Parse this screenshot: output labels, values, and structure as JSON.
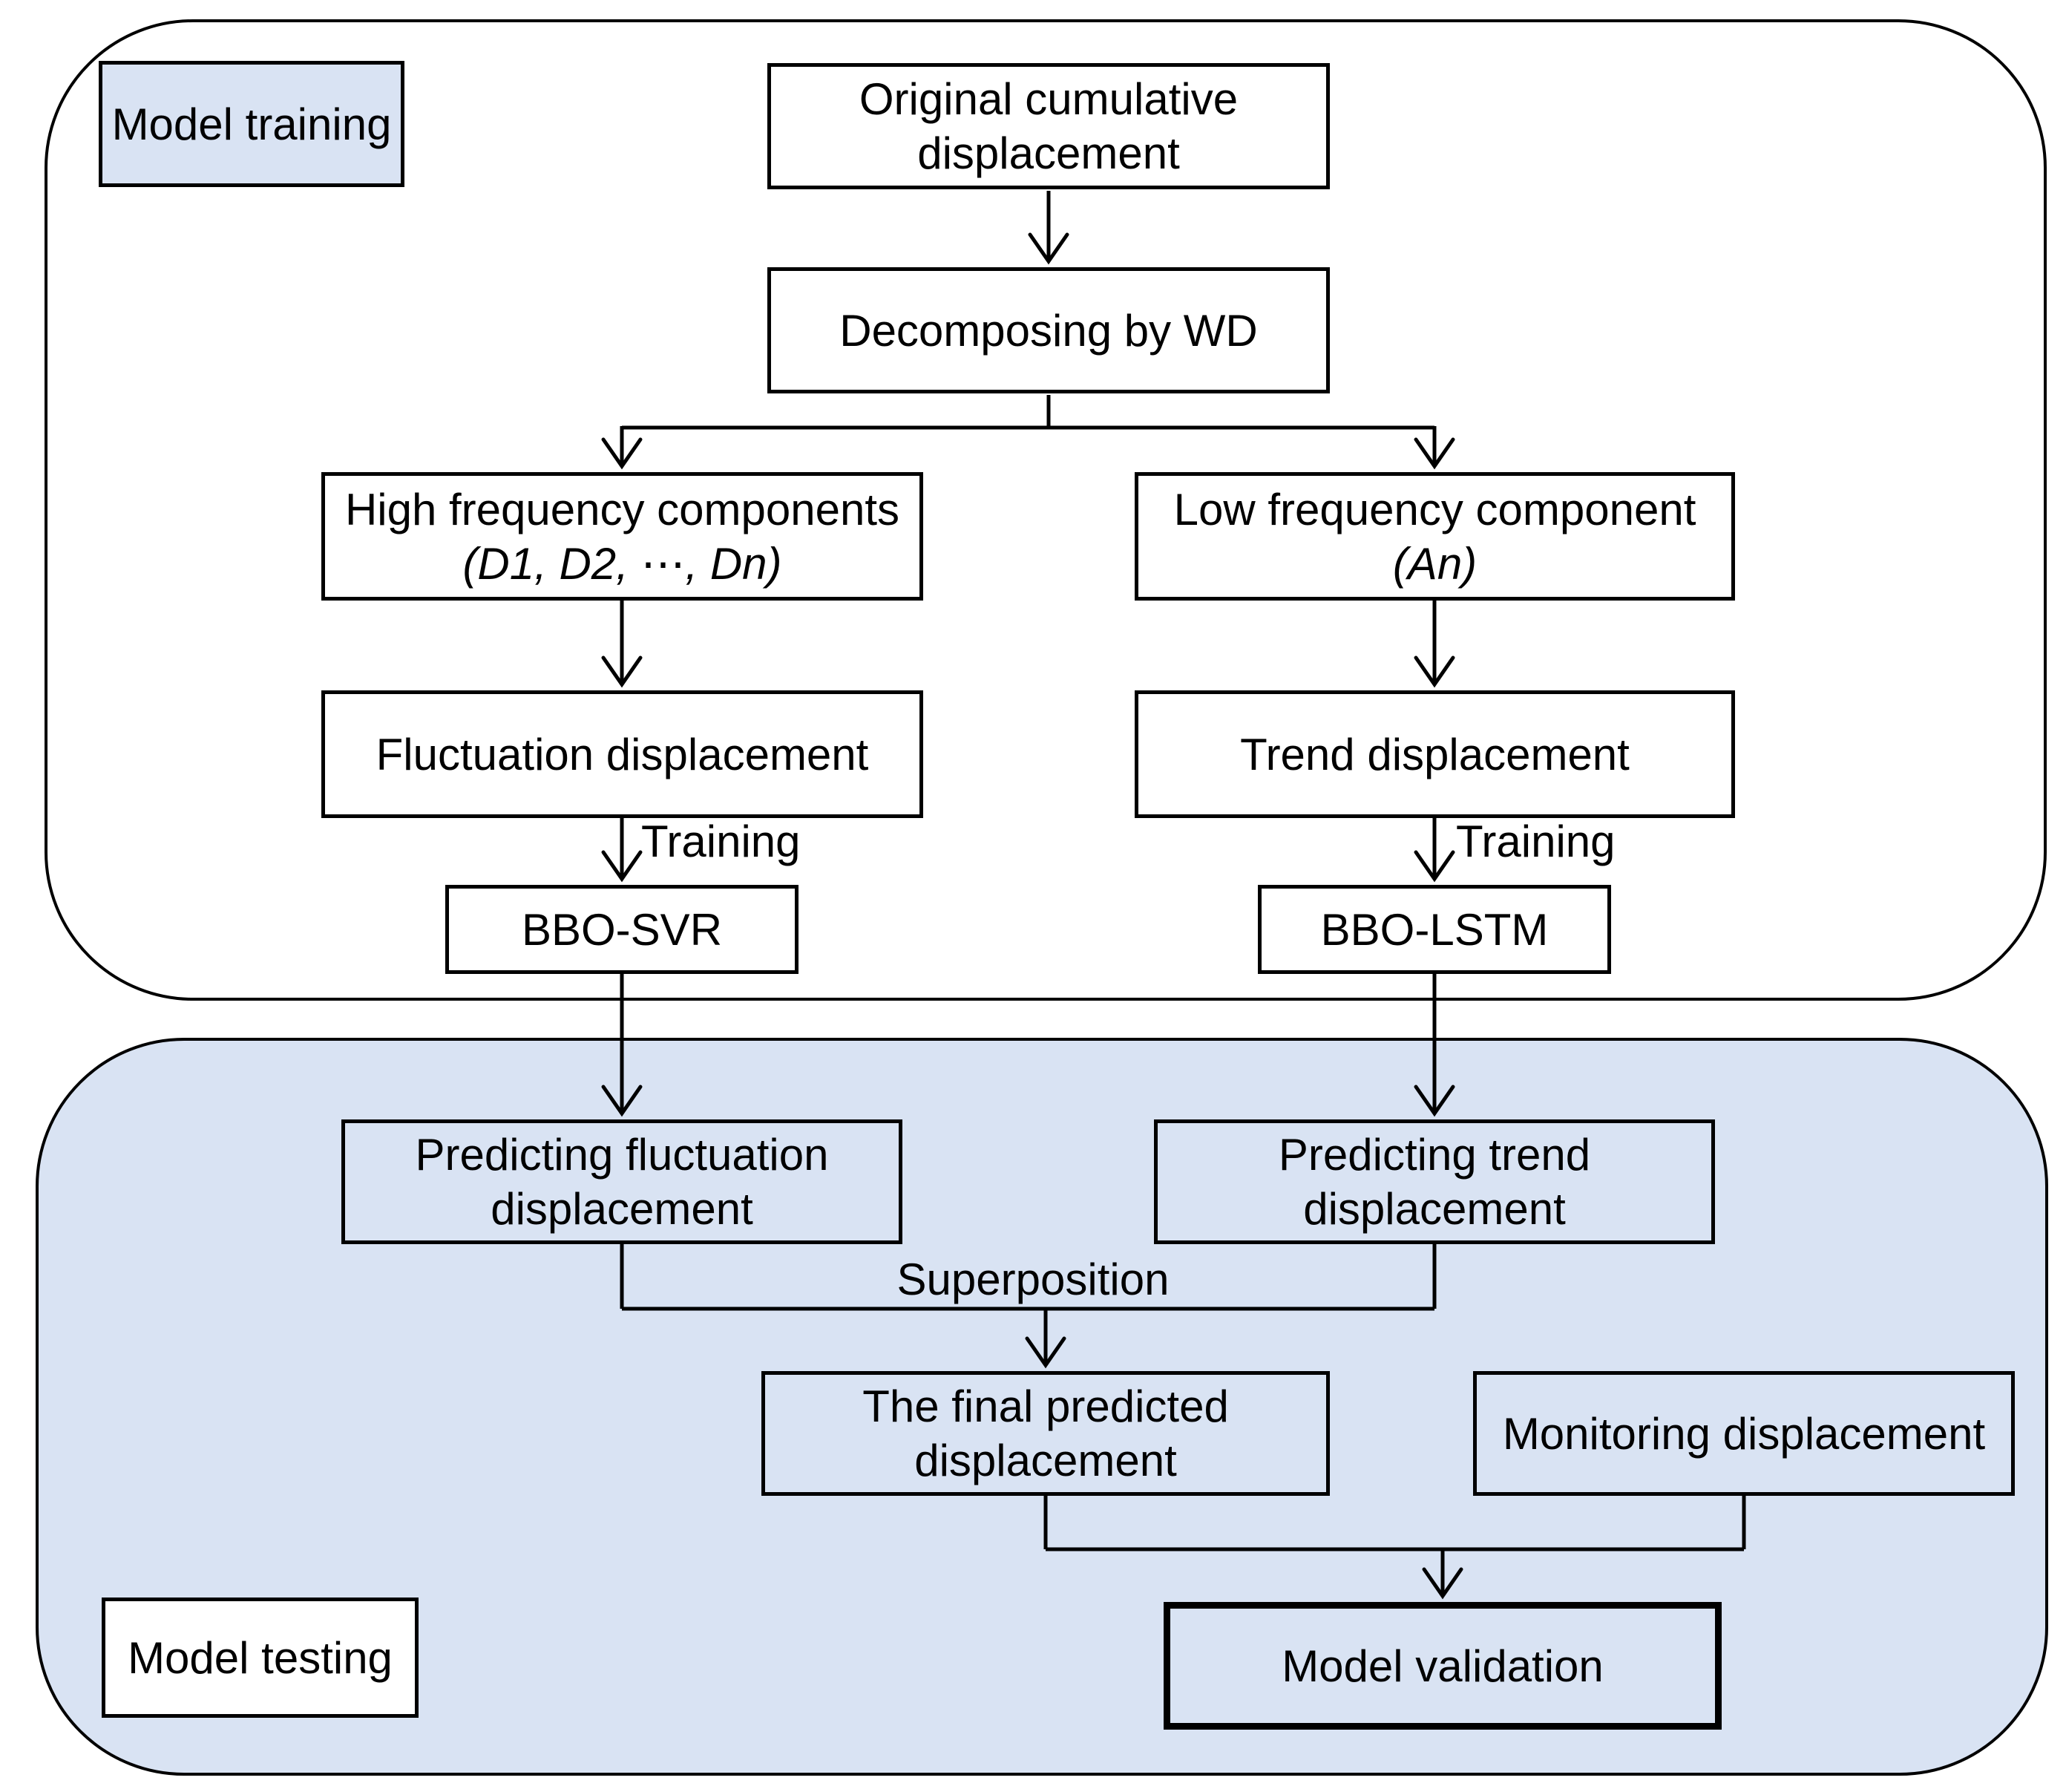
{
  "colors": {
    "section_fill_blue": "#d9e3f3",
    "node_fill_white": "#ffffff",
    "border_black": "#000000"
  },
  "sections": {
    "training": {
      "label": "Model training"
    },
    "testing": {
      "label": "Model testing"
    }
  },
  "nodes": {
    "original": {
      "line1": "Original cumulative",
      "line2": "displacement"
    },
    "decomposing": {
      "line1": "Decomposing by WD"
    },
    "high_freq": {
      "line1": "High frequency components",
      "line2": "(D1, D2, ⋯, Dn)"
    },
    "low_freq": {
      "line1": "Low frequency component",
      "line2": "(An)"
    },
    "fluctuation": {
      "line1": "Fluctuation displacement"
    },
    "trend": {
      "line1": "Trend displacement"
    },
    "bbo_svr": {
      "line1": "BBO-SVR"
    },
    "bbo_lstm": {
      "line1": "BBO-LSTM"
    },
    "predict_fluct": {
      "line1": "Predicting fluctuation",
      "line2": "displacement"
    },
    "predict_trend": {
      "line1": "Predicting trend",
      "line2": "displacement"
    },
    "final_pred": {
      "line1": "The final predicted",
      "line2": "displacement"
    },
    "monitoring": {
      "line1": "Monitoring displacement"
    },
    "validation": {
      "line1": "Model validation"
    }
  },
  "edge_labels": {
    "training_left": "Training",
    "training_right": "Training",
    "superposition": "Superposition"
  }
}
